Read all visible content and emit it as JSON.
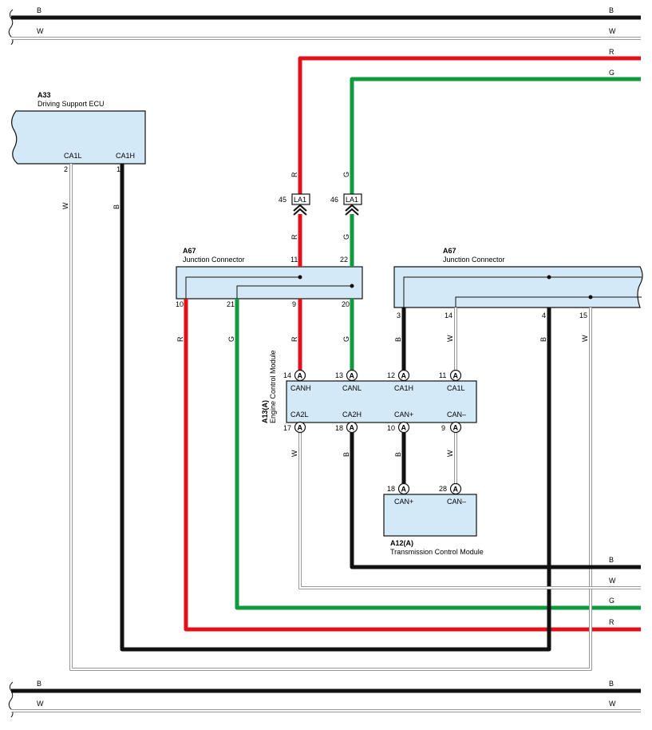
{
  "colors": {
    "black": "#111111",
    "red": "#e3101c",
    "green": "#0f9a3e",
    "white_outline": "#8a8a8a",
    "component_fill": "#d4e9f7"
  },
  "components": {
    "a33": {
      "id": "A33",
      "name": "Driving Support ECU",
      "pins": [
        "CA1L",
        "CA1H"
      ],
      "pin_numbers": [
        "2",
        "1"
      ]
    },
    "a67_left": {
      "id": "A67",
      "name": "Junction Connector",
      "top_pins": [
        "11",
        "22"
      ],
      "bottom_pins": [
        "10",
        "21",
        "9",
        "20"
      ]
    },
    "a67_right": {
      "id": "A67",
      "name": "Junction Connector",
      "bottom_pins": [
        "3",
        "14",
        "4",
        "15"
      ]
    },
    "a13": {
      "id": "A13(A)",
      "name": "Engine Control Module",
      "top_terms": [
        "CANH",
        "CANL",
        "CA1H",
        "CA1L"
      ],
      "top_pins": [
        "14",
        "13",
        "12",
        "11"
      ],
      "bottom_terms": [
        "CA2L",
        "CA2H",
        "CAN+",
        "CAN–"
      ],
      "bottom_pins": [
        "17",
        "18",
        "10",
        "9"
      ]
    },
    "a12": {
      "id": "A12(A)",
      "name": "Transmission Control Module",
      "terms": [
        "CAN+",
        "CAN–"
      ],
      "pins": [
        "18",
        "28"
      ]
    }
  },
  "connector_la1": {
    "label": "LA1",
    "pins": [
      "45",
      "46"
    ]
  },
  "pin_marker": "A",
  "wire_labels": {
    "b": "B",
    "w": "W",
    "r": "R",
    "g": "G"
  }
}
